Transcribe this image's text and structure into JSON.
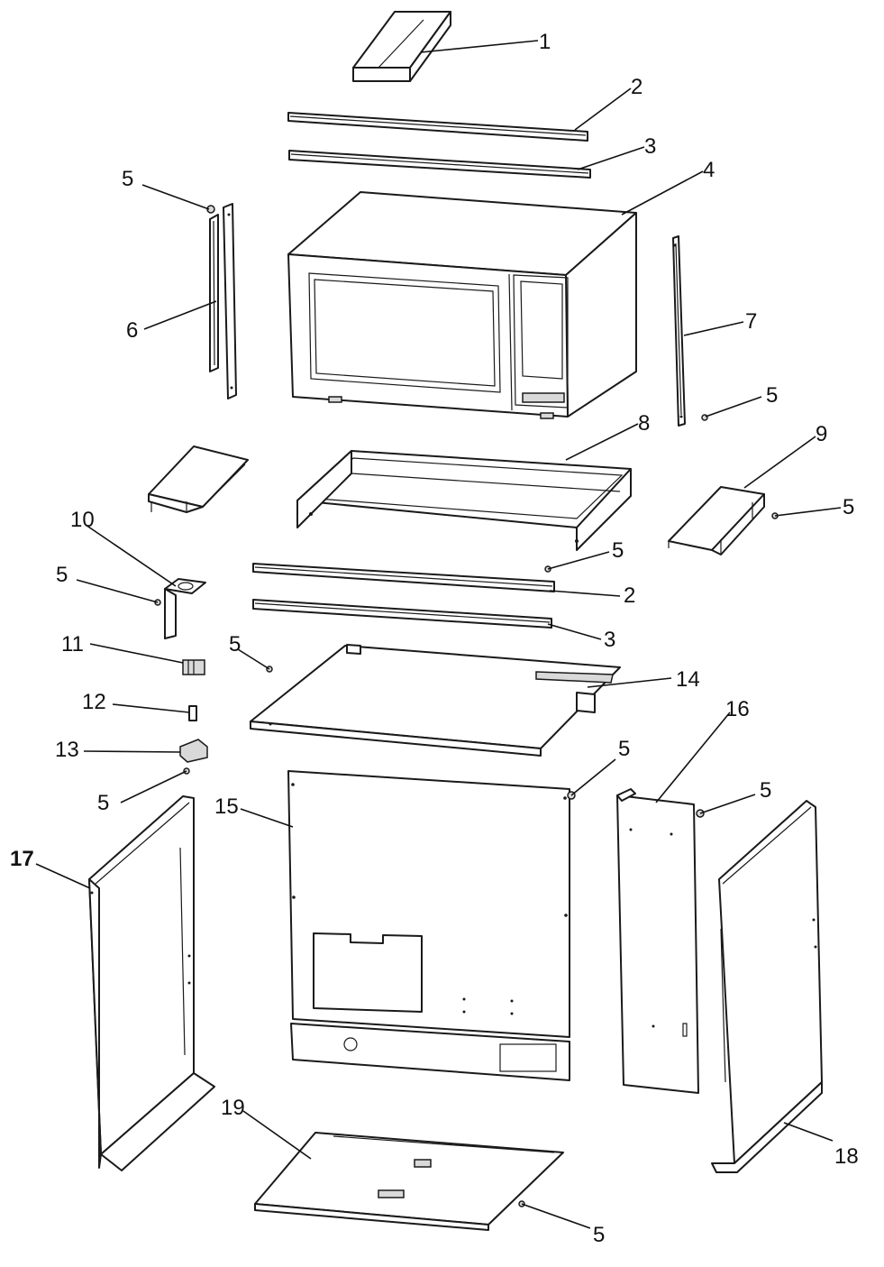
{
  "callouts": {
    "c1": "1",
    "c2a": "2",
    "c3a": "3",
    "c4": "4",
    "c5a": "5",
    "c6": "6",
    "c7": "7",
    "c5b": "5",
    "c8": "8",
    "c9": "9",
    "c5c": "5",
    "c10": "10",
    "c5d": "5",
    "c5e": "5",
    "c2b": "2",
    "c11": "11",
    "c5f": "5",
    "c3b": "3",
    "c14": "14",
    "c12": "12",
    "c16": "16",
    "c13": "13",
    "c5g": "5",
    "c5h": "5",
    "c5i": "5",
    "c15": "15",
    "c17": "17",
    "c19": "19",
    "c18": "18",
    "c5j": "5"
  }
}
